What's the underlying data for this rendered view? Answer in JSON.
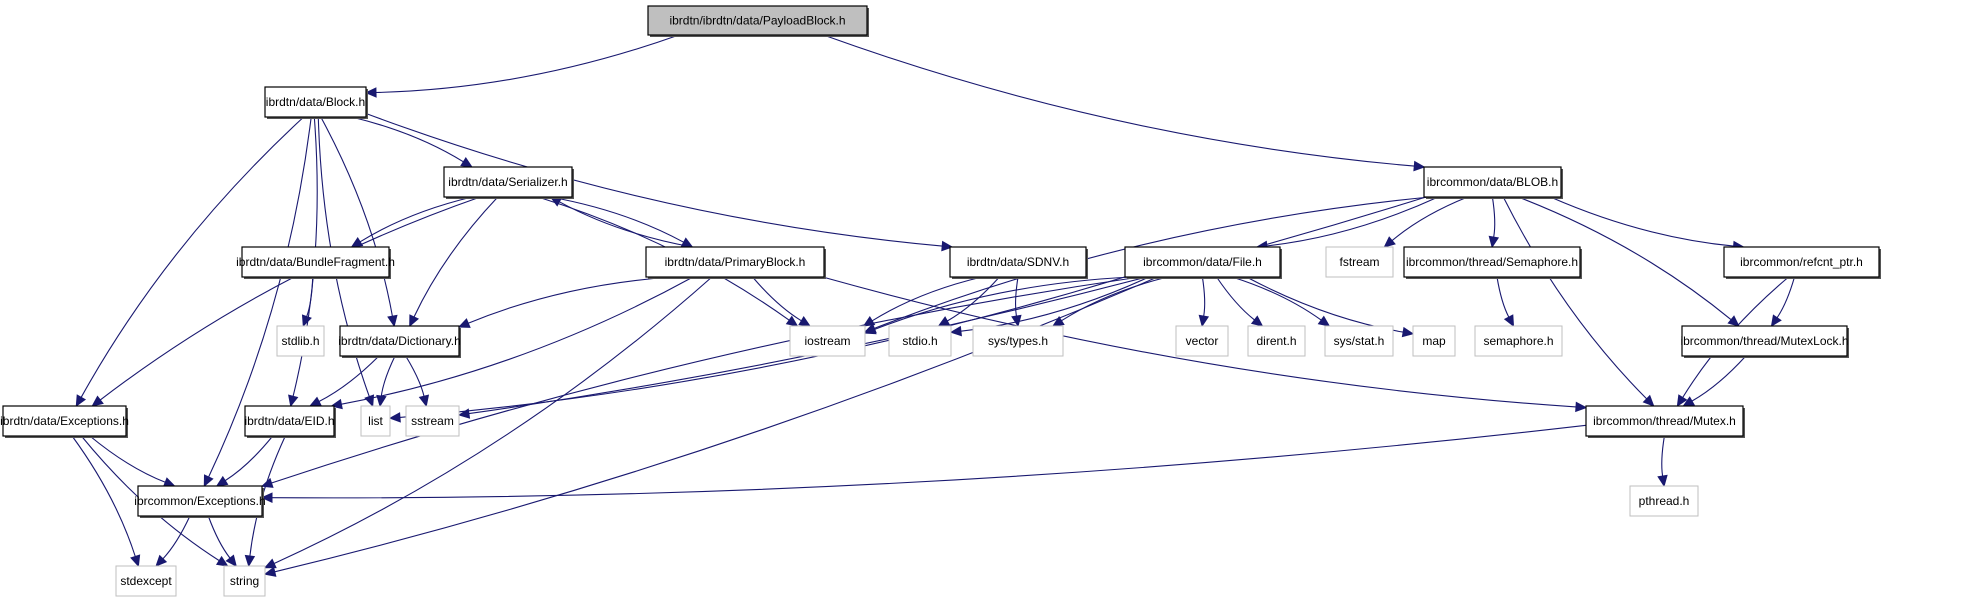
{
  "diagram": {
    "title": "ibrdtn/ibrdtn/data/PayloadBlock.h",
    "colors": {
      "edge": "#191970",
      "root_fill": "#bfbfbf",
      "project_border": "#000000",
      "system_border": "#bfbfbf"
    },
    "nodes": [
      {
        "id": "payloadblock",
        "label": "ibrdtn/ibrdtn/data/PayloadBlock.h",
        "kind": "root"
      },
      {
        "id": "block",
        "label": "ibrdtn/data/Block.h",
        "kind": "project"
      },
      {
        "id": "blob",
        "label": "ibrcommon/data/BLOB.h",
        "kind": "project"
      },
      {
        "id": "serializer",
        "label": "ibrdtn/data/Serializer.h",
        "kind": "project"
      },
      {
        "id": "bundlefragment",
        "label": "ibrdtn/data/BundleFragment.h",
        "kind": "project"
      },
      {
        "id": "primaryblock",
        "label": "ibrdtn/data/PrimaryBlock.h",
        "kind": "project"
      },
      {
        "id": "sdnv",
        "label": "ibrdtn/data/SDNV.h",
        "kind": "project"
      },
      {
        "id": "file",
        "label": "ibrcommon/data/File.h",
        "kind": "project"
      },
      {
        "id": "fstream",
        "label": "fstream",
        "kind": "system"
      },
      {
        "id": "semaphore",
        "label": "ibrcommon/thread/Semaphore.h",
        "kind": "project"
      },
      {
        "id": "refcnt",
        "label": "ibrcommon/refcnt_ptr.h",
        "kind": "project"
      },
      {
        "id": "stdlib",
        "label": "stdlib.h",
        "kind": "system"
      },
      {
        "id": "dictionary",
        "label": "ibrdtn/data/Dictionary.h",
        "kind": "project"
      },
      {
        "id": "iostream",
        "label": "iostream",
        "kind": "system"
      },
      {
        "id": "stdio",
        "label": "stdio.h",
        "kind": "system"
      },
      {
        "id": "systypes",
        "label": "sys/types.h",
        "kind": "system"
      },
      {
        "id": "vector",
        "label": "vector",
        "kind": "system"
      },
      {
        "id": "dirent",
        "label": "dirent.h",
        "kind": "system"
      },
      {
        "id": "sysstat",
        "label": "sys/stat.h",
        "kind": "system"
      },
      {
        "id": "map",
        "label": "map",
        "kind": "system"
      },
      {
        "id": "semaphoreh",
        "label": "semaphore.h",
        "kind": "system"
      },
      {
        "id": "mutexlock",
        "label": "ibrcommon/thread/MutexLock.h",
        "kind": "project"
      },
      {
        "id": "dtnexceptions",
        "label": "ibrdtn/data/Exceptions.h",
        "kind": "project"
      },
      {
        "id": "eid",
        "label": "ibrdtn/data/EID.h",
        "kind": "project"
      },
      {
        "id": "list",
        "label": "list",
        "kind": "system"
      },
      {
        "id": "sstream",
        "label": "sstream",
        "kind": "system"
      },
      {
        "id": "mutex",
        "label": "ibrcommon/thread/Mutex.h",
        "kind": "project"
      },
      {
        "id": "commonexceptions",
        "label": "ibrcommon/Exceptions.h",
        "kind": "project"
      },
      {
        "id": "pthread",
        "label": "pthread.h",
        "kind": "system"
      },
      {
        "id": "stdexcept",
        "label": "stdexcept",
        "kind": "system"
      },
      {
        "id": "string",
        "label": "string",
        "kind": "system"
      }
    ],
    "edges": [
      [
        "payloadblock",
        "block"
      ],
      [
        "payloadblock",
        "blob"
      ],
      [
        "block",
        "serializer"
      ],
      [
        "block",
        "sdnv"
      ],
      [
        "block",
        "dictionary"
      ],
      [
        "block",
        "dtnexceptions"
      ],
      [
        "block",
        "eid"
      ],
      [
        "block",
        "list"
      ],
      [
        "block",
        "commonexceptions"
      ],
      [
        "serializer",
        "bundlefragment"
      ],
      [
        "serializer",
        "primaryblock"
      ],
      [
        "serializer",
        "dictionary"
      ],
      [
        "serializer",
        "iostream"
      ],
      [
        "serializer",
        "dtnexceptions"
      ],
      [
        "primaryblock",
        "serializer"
      ],
      [
        "primaryblock",
        "dictionary"
      ],
      [
        "primaryblock",
        "eid"
      ],
      [
        "primaryblock",
        "iostream"
      ],
      [
        "primaryblock",
        "string"
      ],
      [
        "primaryblock",
        "mutex"
      ],
      [
        "bundlefragment",
        "stdlib"
      ],
      [
        "sdnv",
        "iostream"
      ],
      [
        "sdnv",
        "stdio"
      ],
      [
        "sdnv",
        "systypes"
      ],
      [
        "dictionary",
        "eid"
      ],
      [
        "dictionary",
        "list"
      ],
      [
        "dictionary",
        "sstream"
      ],
      [
        "blob",
        "iostream"
      ],
      [
        "blob",
        "file"
      ],
      [
        "blob",
        "fstream"
      ],
      [
        "blob",
        "semaphore"
      ],
      [
        "blob",
        "refcnt"
      ],
      [
        "blob",
        "mutexlock"
      ],
      [
        "blob",
        "mutex"
      ],
      [
        "blob",
        "sstream"
      ],
      [
        "file",
        "iostream"
      ],
      [
        "file",
        "stdio"
      ],
      [
        "file",
        "systypes"
      ],
      [
        "file",
        "vector"
      ],
      [
        "file",
        "dirent"
      ],
      [
        "file",
        "sysstat"
      ],
      [
        "file",
        "map"
      ],
      [
        "file",
        "list"
      ],
      [
        "file",
        "commonexceptions"
      ],
      [
        "file",
        "string"
      ],
      [
        "semaphore",
        "semaphoreh"
      ],
      [
        "refcnt",
        "mutexlock"
      ],
      [
        "refcnt",
        "mutex"
      ],
      [
        "mutexlock",
        "mutex"
      ],
      [
        "mutex",
        "pthread"
      ],
      [
        "mutex",
        "commonexceptions"
      ],
      [
        "dtnexceptions",
        "commonexceptions"
      ],
      [
        "dtnexceptions",
        "stdexcept"
      ],
      [
        "dtnexceptions",
        "string"
      ],
      [
        "eid",
        "commonexceptions"
      ],
      [
        "eid",
        "string"
      ],
      [
        "commonexceptions",
        "stdexcept"
      ],
      [
        "commonexceptions",
        "string"
      ]
    ]
  }
}
